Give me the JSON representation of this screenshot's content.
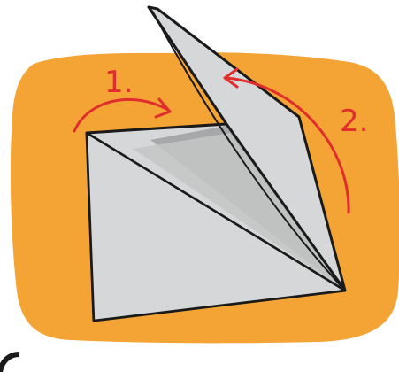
{
  "colors": {
    "background_blob": "#F4A434",
    "paper_light": "#D6D7D8",
    "paper_mid": "#C4C5C6",
    "paper_shadow": "#A7A8A9",
    "outline": "#1A1A1A",
    "arrow": "#E02D2D"
  },
  "steps": [
    {
      "label": "1.",
      "direction": "clockwise-arc"
    },
    {
      "label": "2.",
      "direction": "counterclockwise-arc"
    }
  ]
}
